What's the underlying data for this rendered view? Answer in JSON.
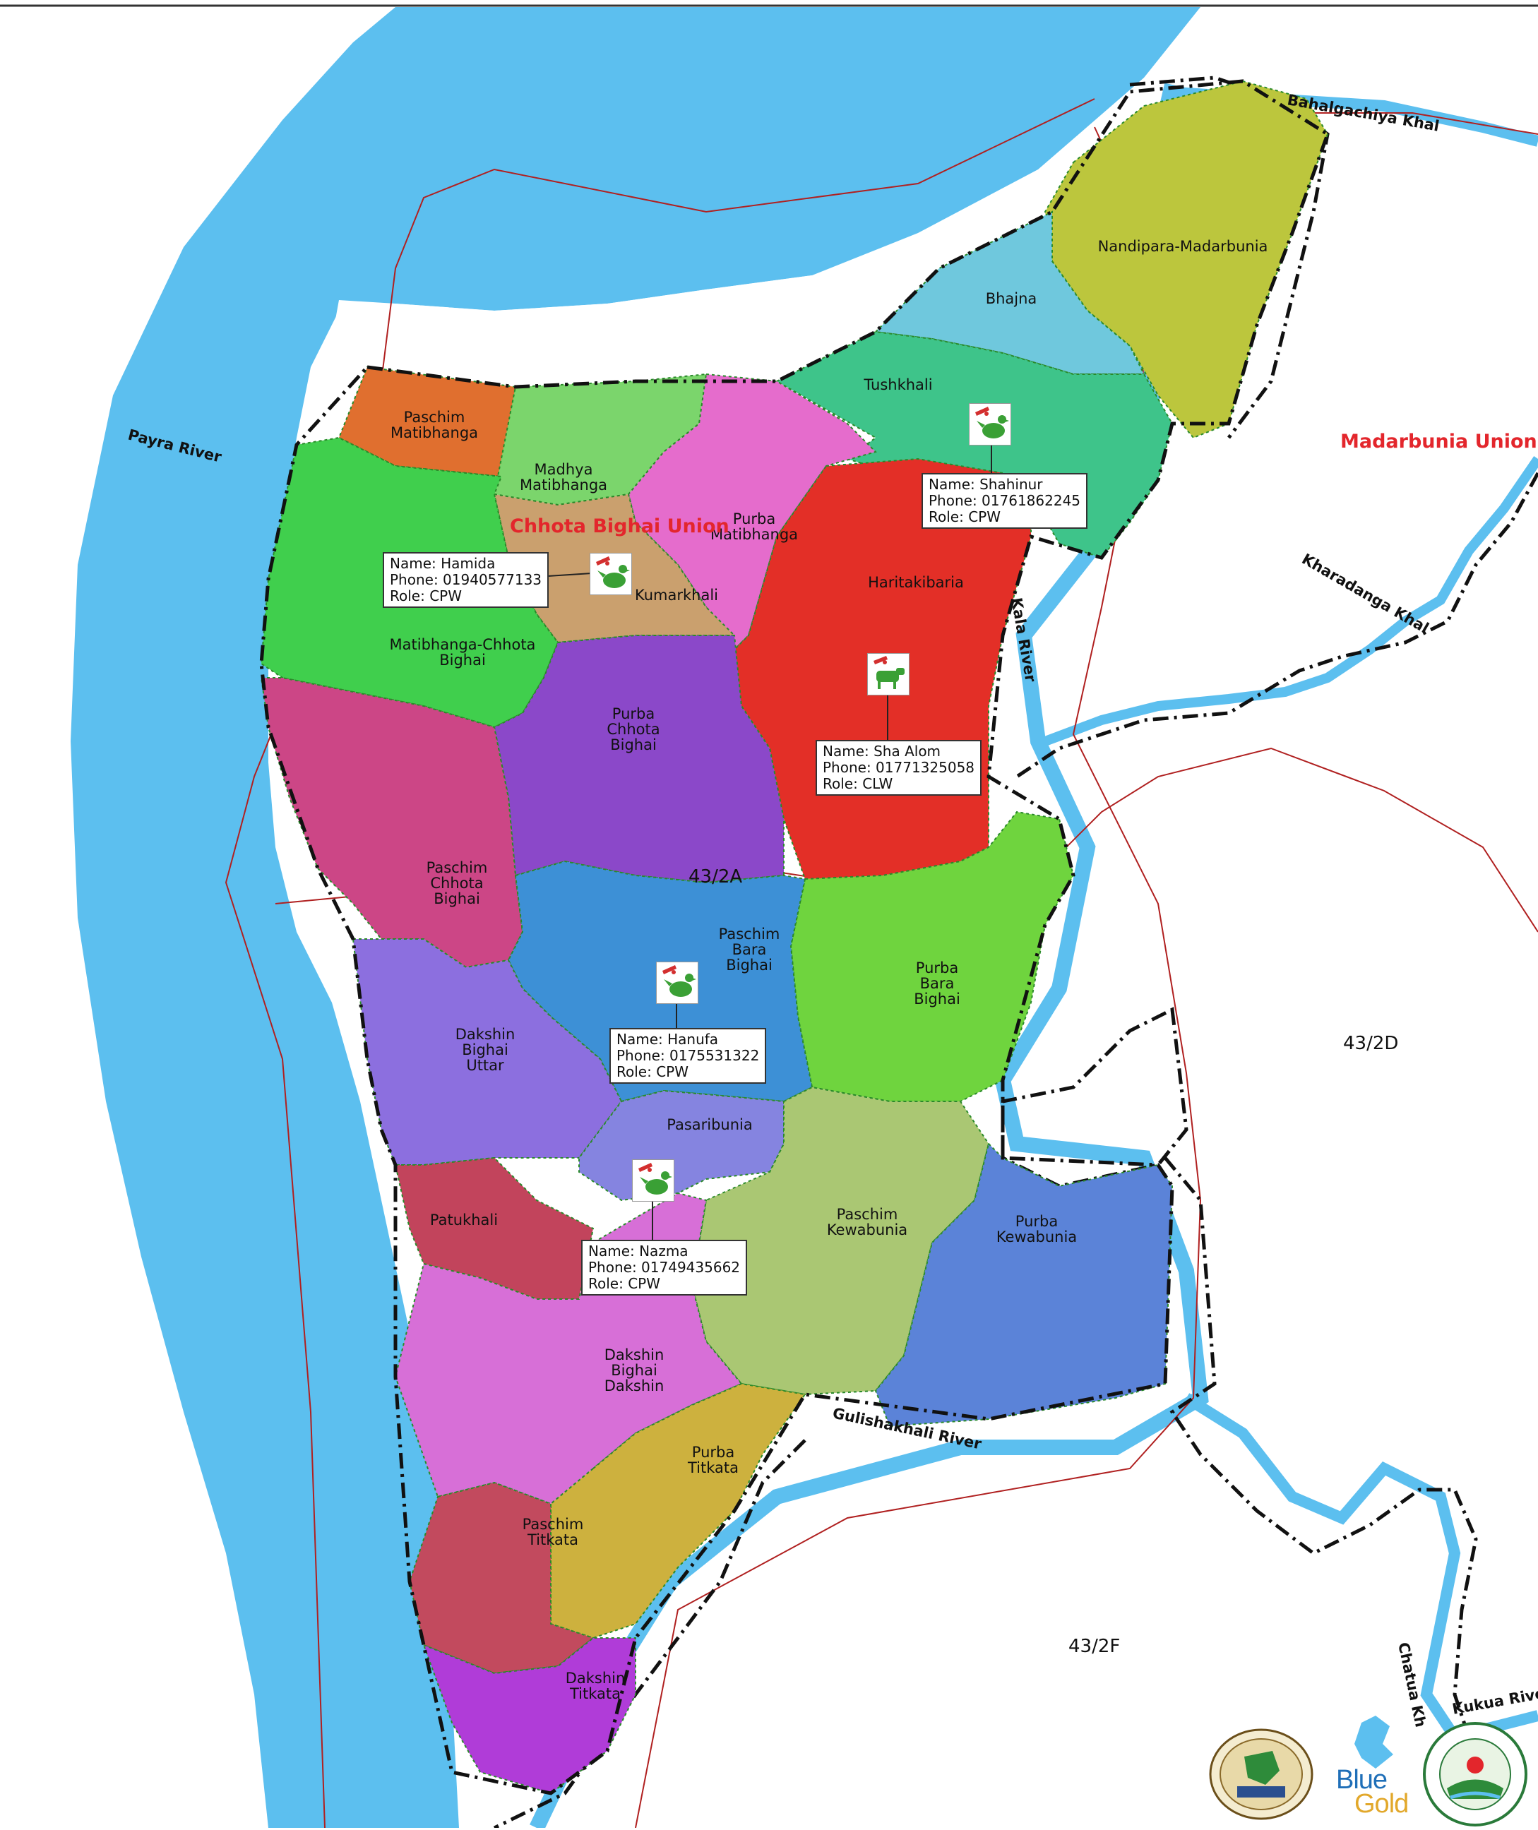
{
  "map": {
    "unions": {
      "chhota_bighai": "Chhota Bighai Union",
      "madarbunia": "Madarbunia Union"
    },
    "polders": {
      "p43_2a": "43/2A",
      "p43_2d": "43/2D",
      "p43_2f": "43/2F"
    },
    "rivers": {
      "payra": "Payra River",
      "bahalgachiya": "Bahalgachiya Khal",
      "kharadanga": "Kharadanga Khal",
      "kala": "Kala River",
      "gulishakhali": "Gulishakhali River",
      "chatua": "Chatua Kh",
      "kukua": "Kukua River"
    },
    "villages": {
      "paschim_matibhanga_1": "Paschim",
      "paschim_matibhanga_2": "Matibhanga",
      "madhya_matibhanga_1": "Madhya",
      "madhya_matibhanga_2": "Matibhanga",
      "purba_matibhanga_1": "Purba",
      "purba_matibhanga_2": "Matibhanga",
      "tushkhali": "Tushkhali",
      "bhajna": "Bhajna",
      "nandipara": "Nandipara-Madarbunia",
      "kumarkhali": "Kumarkhali",
      "haritakibaria": "Haritakibaria",
      "mcb_1": "Matibhanga-Chhota",
      "mcb_2": "Bighai",
      "pcb_1": "Purba",
      "pcb_2": "Chhota",
      "pcb_3": "Bighai",
      "pscb_1": "Paschim",
      "pscb_2": "Chhota",
      "pscb_3": "Bighai",
      "psbb_1": "Paschim",
      "psbb_2": "Bara",
      "psbb_3": "Bighai",
      "pbb_1": "Purba",
      "pbb_2": "Bara",
      "pbb_3": "Bighai",
      "dbu_1": "Dakshin",
      "dbu_2": "Bighai",
      "dbu_3": "Uttar",
      "pasaribunia": "Pasaribunia",
      "patukhali": "Patukhali",
      "pkw_1": "Paschim",
      "pkw_2": "Kewabunia",
      "pbkw_1": "Purba",
      "pbkw_2": "Kewabunia",
      "dbd_1": "Dakshin",
      "dbd_2": "Bighai",
      "dbd_3": "Dakshin",
      "pbt_1": "Purba",
      "pbt_2": "Titkata",
      "pst_1": "Paschim",
      "pst_2": "Titkata",
      "dt_1": "Dakshin",
      "dt_2": "Titkata"
    },
    "contacts": [
      {
        "name": "Name: Hamida",
        "phone": "Phone: 01940577133",
        "role": "Role: CPW",
        "icon": "chicken-vaccine-icon"
      },
      {
        "name": "Name: Shahinur",
        "phone": "Phone: 01761862245",
        "role": "Role: CPW",
        "icon": "chicken-vaccine-icon"
      },
      {
        "name": "Name: Sha Alom",
        "phone": "Phone: 01771325058",
        "role": "Role: CLW",
        "icon": "cow-vaccine-icon"
      },
      {
        "name": "Name: Hanufa",
        "phone": "Phone: 0175531322",
        "role": "Role: CPW",
        "icon": "chicken-vaccine-icon"
      },
      {
        "name": "Name: Nazma",
        "phone": "Phone: 01749435662",
        "role": "Role: CPW",
        "icon": "chicken-vaccine-icon"
      }
    ]
  },
  "logos": {
    "bluegold_1": "Blue",
    "bluegold_2": "Gold"
  },
  "colors": {
    "river": "#5cbfef",
    "union_label": "#e3262c",
    "boundary": "#111111"
  }
}
